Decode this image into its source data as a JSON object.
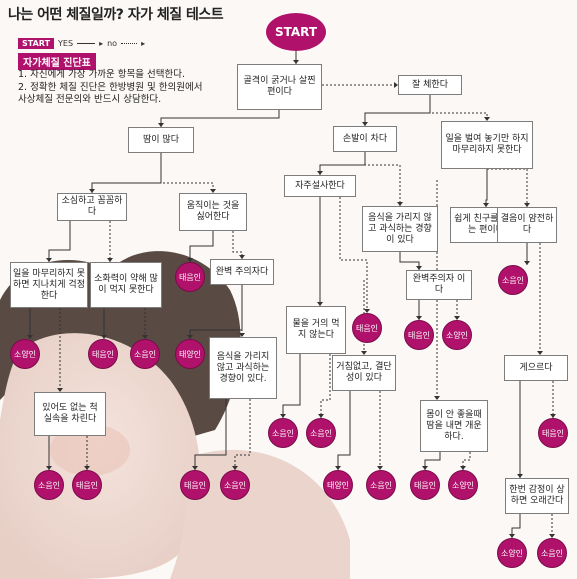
{
  "header": {
    "title": "나는 어떤 체질일까? 자가 체질 테스트",
    "start_label": "START"
  },
  "legend": {
    "start_tag": "START",
    "yes": "YES",
    "no": "no"
  },
  "guide": {
    "title": "자가체질 진단표",
    "line1": "1. 자신에게 가장 가까운 항목을 선택한다.",
    "line2": "2. 정확한 체질 진단은 한방병원 및 한의원에서",
    "line3": "사상체질 전문의와 반드시 상담한다."
  },
  "nodes": {
    "bone": "골격이 굵거나 살찐 편이다",
    "eat_well": "잘 체한다",
    "sweat": "땀이 많다",
    "cold_hands": "손발이 차다",
    "work_spread": "일을 벌여 놓기만 하지 마무리하지 못한다",
    "timid": "소심하고 꼼꼼하다",
    "move_dislike": "움직이는 것을 싫어한다",
    "diarrhea": "자주설사한다",
    "picky_a": "음식을 가리지 않고 과식하는 경향이 있다",
    "friends": "쉽게 친구를 사귀는 편이다",
    "calm": "결음이 얌전하다",
    "worry": "일을 마무리하지 못하면 지나치게 걱정한다",
    "digest": "소화력이 약해 많이 먹지 못한다",
    "perfect_a": "완벽 주의자다",
    "perfect_b": "완벽주의자 이다",
    "water": "물을 거의 먹지 않는다",
    "picky_b": "음식을 가리지 않고 과식하는 경향이 있다.",
    "bold": "거침없고, 결단성이 있다",
    "lazy": "게으르다",
    "mistake": "있어도 없는 척 실속을 차린다",
    "cold_sweat": "몸이 안 좋을때 땀을 내면 개운하다.",
    "anger": "한번 감정이 상하면 오래간다"
  },
  "results": {
    "soeumin": "소음인",
    "taeeumin": "태음인",
    "soyangin": "소양인",
    "taeyangin": "태양인"
  }
}
